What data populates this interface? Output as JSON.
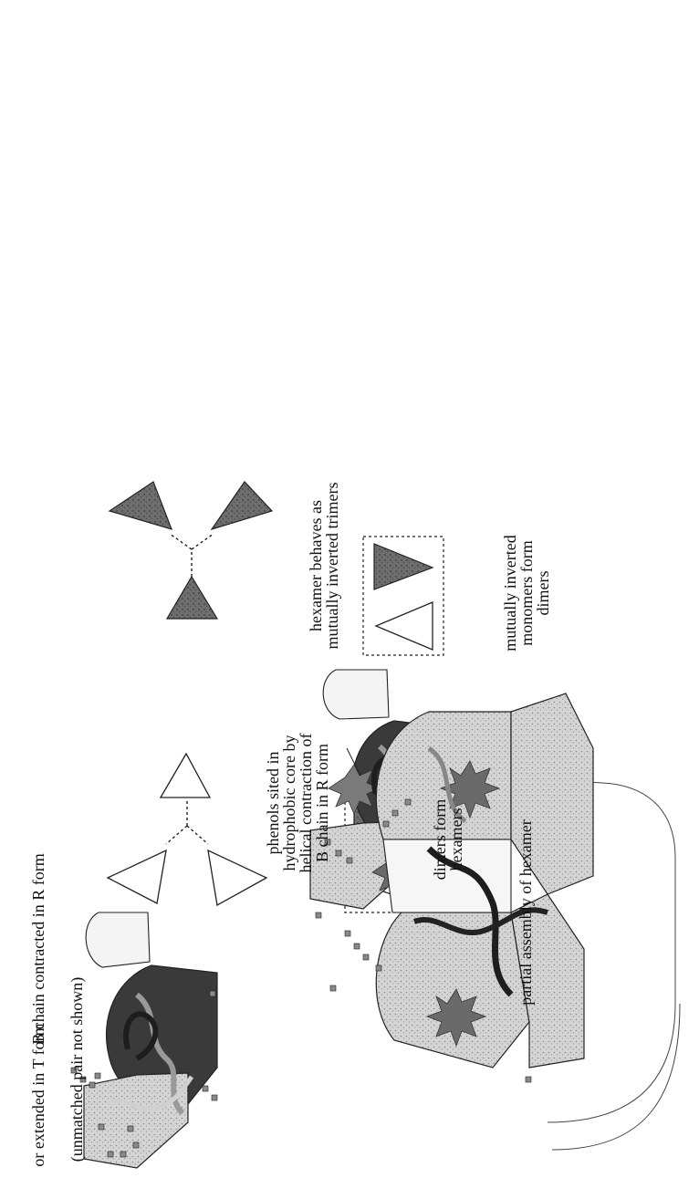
{
  "labels": {
    "b_chain_contracted": "B chain contracted in R form",
    "extended_t_line1": "or extended in T form",
    "extended_t_line2": "(unmatched pair not shown)",
    "phenols_line1": "phenols sited in",
    "phenols_line2": "hydrophobic core by",
    "phenols_line3": "helical contraction of",
    "phenols_line4": "B chain in R form",
    "partial_assembly": "partial assembly of hexamer",
    "hexamer_line1": "hexamer behaves as",
    "hexamer_line2": "mutually inverted trimers",
    "dimers_line1": "dimers form",
    "dimers_line2": "hexamers",
    "monomers_line1": "mutually inverted",
    "monomers_line2": "monomers form",
    "monomers_line3": "dimers"
  },
  "colors": {
    "dark_fill": "#4a4a4a",
    "light_fill": "#ffffff",
    "speckle_fill": "#bdbdbd",
    "outline": "#222222"
  }
}
